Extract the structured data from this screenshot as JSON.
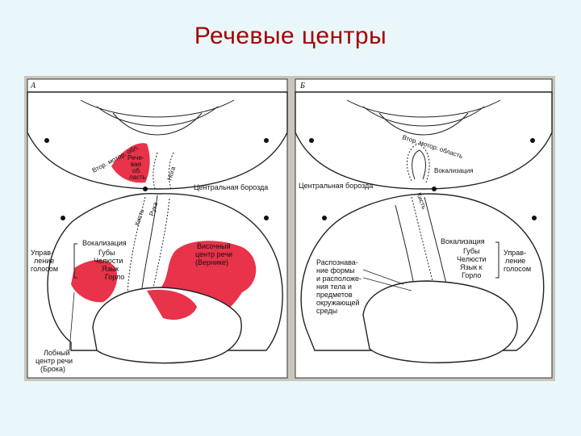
{
  "slide": {
    "title": "Речевые центры"
  },
  "panels": {
    "a": {
      "letter": "A",
      "second_motor_area": "Втор. мотор. обл.",
      "speech_1": "Рече-",
      "speech_2": "вая",
      "speech_3": "об.",
      "speech_4": "ласть",
      "hand": "Кисть",
      "arm": "Рука",
      "arm_upper": "Нога",
      "central_sulcus": "Центральная борозда",
      "voice_control": [
        "Управ-",
        "ление",
        "голосом"
      ],
      "vocalization": "Вокализация",
      "lips": "Губы",
      "jaws": "Челюсти",
      "tongue": "Язык",
      "throat": "Горло",
      "wernicke": [
        "Височный",
        "центр речи",
        "(Вернике)"
      ],
      "broca": [
        "Лобный",
        "центр речи",
        "(Брока)"
      ]
    },
    "b": {
      "letter": "Б",
      "second_motor_area": "Втор. мотор. область",
      "vocalization_top": "Вокализация",
      "central_sulcus": "Центральная борозда",
      "hand": "Кисть",
      "vocalization": "Вокализация",
      "lips": "Губы",
      "jaws": "Челюсти",
      "tongue": "Язык к",
      "throat": "Горло",
      "voice_control": [
        "Управ-",
        "ление",
        "голосом"
      ],
      "recognition": [
        "Распознава-",
        "ние формы",
        "и расположе-",
        "ния тела и",
        "предметов",
        "окружающей",
        "среды"
      ]
    }
  },
  "colors": {
    "title": "#a50000",
    "highlight": "#e8334a",
    "background": "#e9f7fb",
    "figure_bg": "#c9c6bd"
  }
}
